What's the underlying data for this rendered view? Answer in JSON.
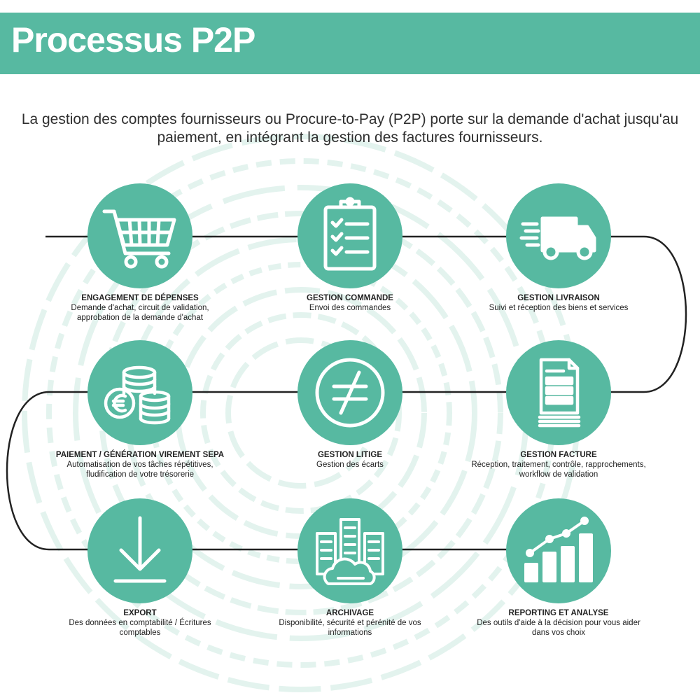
{
  "title": "Processus P2P",
  "intro": "La gestion des comptes fournisseurs ou Procure-to-Pay (P2P) porte sur la demande d'achat jusqu'au paiement, en intégrant la gestion des factures fournisseurs.",
  "colors": {
    "accent": "#57b9a1",
    "line": "#222222",
    "background_rings": "#e3f3ee"
  },
  "steps": [
    {
      "name": "ENGAGEMENT DE DÉPENSES",
      "desc": "Demande d'achat, circuit de validation, approbation de la demande d'achat",
      "icon": "shopping-cart-icon"
    },
    {
      "name": "GESTION COMMANDE",
      "desc": "Envoi des commandes",
      "icon": "clipboard-checklist-icon"
    },
    {
      "name": "GESTION LIVRAISON",
      "desc": "Suivi et réception des biens et services",
      "icon": "delivery-truck-icon"
    },
    {
      "name": "PAIEMENT / GÉNÉRATION VIREMENT SEPA",
      "desc": "Automatisation de vos tâches répétitives, fludification de votre trésorerie",
      "icon": "euro-coins-icon"
    },
    {
      "name": "GESTION LITIGE",
      "desc": "Gestion des écarts",
      "icon": "not-equal-icon"
    },
    {
      "name": "GESTION FACTURE",
      "desc": "Réception, traitement, contrôle, rapprochements, workflow de validation",
      "icon": "invoice-document-icon"
    },
    {
      "name": "EXPORT",
      "desc": "Des données en comptabilité / Écritures comptables",
      "icon": "download-arrow-icon"
    },
    {
      "name": "ARCHIVAGE",
      "desc": "Disponibilité, sécurité et pérénité de vos informations",
      "icon": "server-cloud-icon"
    },
    {
      "name": "REPORTING ET ANALYSE",
      "desc": "Des outils d'aide à la décision pour vous aider dans vos choix",
      "icon": "growth-chart-icon"
    }
  ]
}
